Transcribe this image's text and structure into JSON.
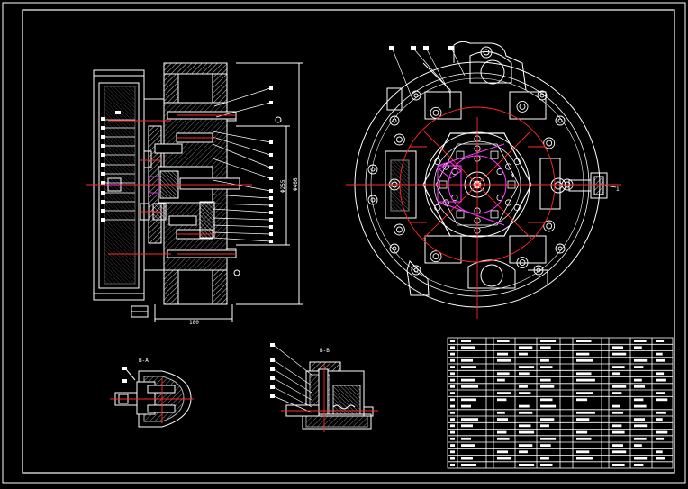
{
  "sheet": {
    "views": {
      "section_view": {
        "dim_width": "180",
        "dim_height_outer": "Φ466",
        "dim_height_inner": "Φ255"
      },
      "detail_left": {
        "label": "B-A"
      },
      "detail_right": {
        "label": "B-B"
      },
      "plan_view": {
        "side_mark": "1",
        "center_mark": "Φ"
      }
    },
    "colors": {
      "white": "#ffffff",
      "red": "#ff2a2a",
      "magenta": "#ff3cff",
      "yellow": "#ffd21f",
      "cyan": "#36e0ff"
    }
  }
}
